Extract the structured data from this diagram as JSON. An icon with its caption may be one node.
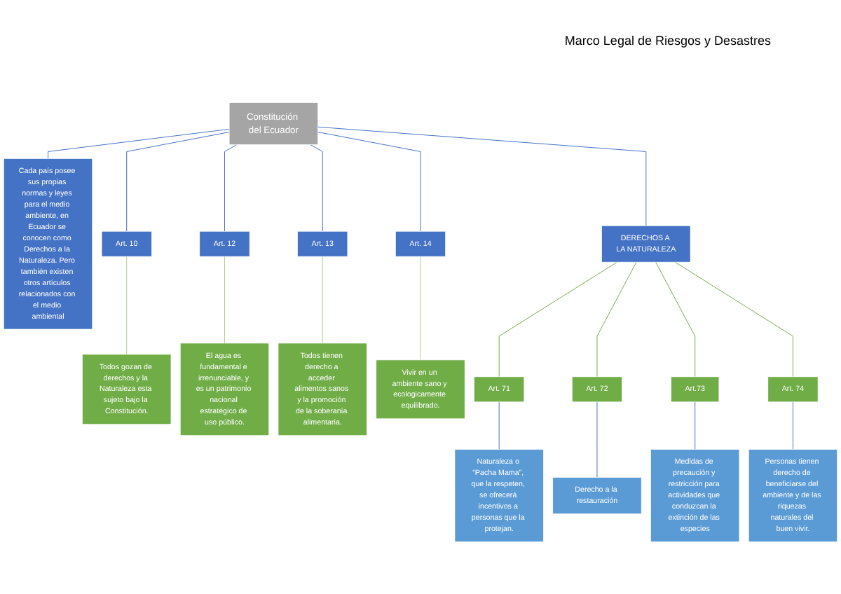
{
  "diagram": {
    "nodes": [
      {
        "text": [
          "Constitución del Ecuador"
        ]
      },
      {
        "text": [
          "Cada país posee sus propias normas y leyes para el medio ambiente, en Ecuador se conocen como Derechos a la Naturaleza. Pero también existen otros artículos relacionados con el medio ambiental"
        ]
      },
      {
        "text": [
          "Art. 10"
        ]
      },
      {
        "text": [
          "Art. 12"
        ]
      },
      {
        "text": [
          "Art. 13"
        ]
      },
      {
        "text": [
          "Art. 14"
        ]
      },
      {
        "text": [
          "DERECHOS A LA NATURALEZA"
        ]
      },
      {
        "text": [
          "Todos gozan de derechos y la Naturaleza esta sujeto bajo la Constitución."
        ]
      },
      {
        "text": [
          "El agua es fundamental e irrenunciable, y es un patrimonio nacional estratégico de uso público."
        ]
      },
      {
        "text": [
          "Todos tienen derecho a acceder alimentos sanos y la promoción de la soberanía alimentaria."
        ]
      },
      {
        "text": [
          "Vivir en un ambiente sano y ecologicamente equilibrado."
        ]
      },
      {
        "text": [
          "Art. 71"
        ]
      },
      {
        "text": [
          "Naturaleza o “Pacha Mama”, que la respeten, se ofrecerá incentivos a personas que la protejan."
        ]
      },
      {
        "text": [
          "Art. 72"
        ]
      },
      {
        "text": [
          "Derecho a la restauración"
        ]
      },
      {
        "text": [
          "Art.73"
        ]
      },
      {
        "text": [
          "Medidas de precaución y restricción para actividades que conduzcan la extinción de las especies"
        ]
      },
      {
        "text": [
          "Art. 74"
        ]
      },
      {
        "text": [
          "Personas tienen derecho de beneficiarse del ambiente y de las riquezas naturales del buen vivir."
        ]
      }
    ],
    "edges": [
      {
        "from": 0,
        "to": 1,
        "arrow": "none"
      },
      {
        "from": 0,
        "to": 2,
        "arrow": "none"
      },
      {
        "from": 0,
        "to": 3,
        "arrow": "none"
      },
      {
        "from": 0,
        "to": 4,
        "arrow": "none"
      },
      {
        "from": 0,
        "to": 5,
        "arrow": "none"
      },
      {
        "from": 0,
        "to": 6,
        "arrow": "none"
      },
      {
        "from": 2,
        "to": 7,
        "arrow": "none",
        "color": "#a9d18e"
      },
      {
        "from": 3,
        "to": 8,
        "arrow": "none",
        "color": "#a9d18e"
      },
      {
        "from": 4,
        "to": 9,
        "arrow": "none",
        "color": "#a9d18e"
      },
      {
        "from": 5,
        "to": 10,
        "arrow": "none",
        "color": "#a9d18e"
      },
      {
        "from": 6,
        "to": 11,
        "arrow": "none",
        "color": "#70ad47"
      },
      {
        "from": 6,
        "to": 13,
        "arrow": "none",
        "color": "#70ad47"
      },
      {
        "from": 6,
        "to": 15,
        "arrow": "none",
        "color": "#70ad47"
      },
      {
        "from": 6,
        "to": 17,
        "arrow": "none",
        "color": "#70ad47"
      },
      {
        "from": 11,
        "to": 12,
        "arrow": "none"
      },
      {
        "from": 13,
        "to": 14,
        "arrow": "none"
      },
      {
        "from": 15,
        "to": 16,
        "arrow": "none"
      },
      {
        "from": 17,
        "to": 18,
        "arrow": "none"
      }
    ],
    "labels": [
      "Marco Legal de Riesgos y Desastres"
    ]
  }
}
